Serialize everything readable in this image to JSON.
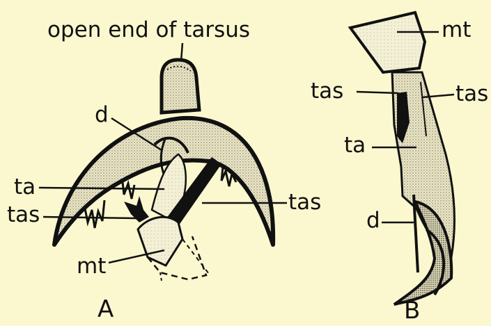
{
  "figure": {
    "panel_a": {
      "letter": "A",
      "labels": {
        "open_end": "open end of tarsus",
        "d": "d",
        "ta": "ta",
        "tas_left": "tas",
        "tas_right": "tas",
        "mt": "mt"
      }
    },
    "panel_b": {
      "letter": "B",
      "labels": {
        "mt": "mt",
        "tas_left": "tas",
        "tas_right": "tas",
        "ta": "ta",
        "d": "d"
      }
    }
  },
  "colors": {
    "background": "#fbf7cf",
    "ink": "#111111",
    "stipple_fill": "#e9e6c8"
  }
}
